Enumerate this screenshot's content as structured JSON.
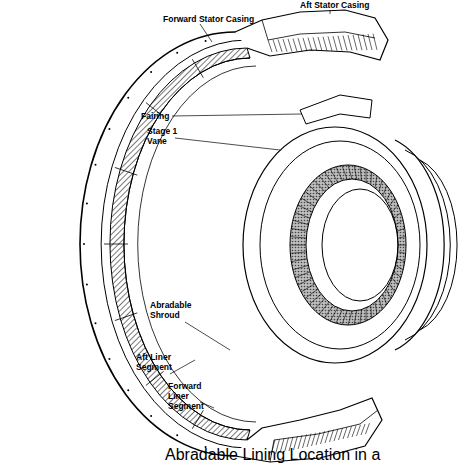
{
  "diagram": {
    "caption": "Abradable Lining Location in a",
    "labels": [
      "Forward Stator Casing",
      "Aft Stator Casing",
      "Fairing",
      "Stage 1 Vane",
      "Abradable Shroud",
      "Aft Liner Segment",
      "Forward Liner Segment"
    ]
  }
}
